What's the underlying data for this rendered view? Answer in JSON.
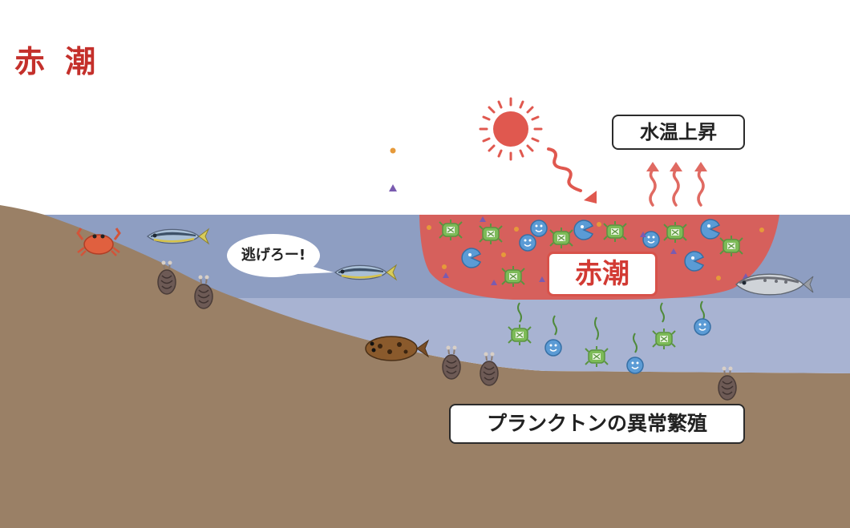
{
  "title": "赤 潮",
  "labels": {
    "water_temperature_rise": "水温上昇",
    "red_tide": "赤潮",
    "plankton_bloom": "プランクトンの異常繁殖",
    "speech": "逃げろー!"
  },
  "colors": {
    "title": "#c4302b",
    "sea_upper": "#8e9ec2",
    "sea_lower": "#a8b3d2",
    "seabed": "#9a8066",
    "red_tide": "#d6605c",
    "sun": "#e0584f",
    "plankton_green": "#6fae4e",
    "plankton_blue": "#4f8fc7"
  },
  "icons": [
    "sun-icon",
    "heat-arrow-icon",
    "crab-icon",
    "fish-icon",
    "flatfish-icon",
    "shellfish-icon",
    "plankton-icon"
  ]
}
